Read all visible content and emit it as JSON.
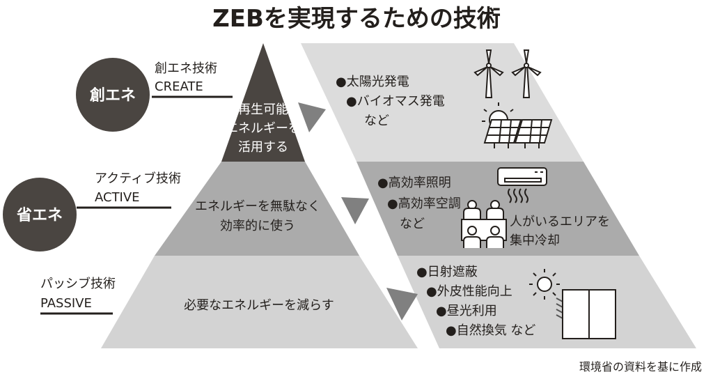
{
  "title": "ZEBを実現するための技術",
  "source": "環境省の資料を基に作成",
  "colors": {
    "dark": "#4a4541",
    "mid": "#ababab",
    "light": "#d3d3d3",
    "arrow": "#808080"
  },
  "groups": {
    "create_circle": "創エネ",
    "save_circle": "省エネ"
  },
  "tiers": [
    {
      "name_jp": "創エネ技術",
      "name_en": "CREATE",
      "pyramid_text": [
        "再生可能",
        "エネルギーを",
        "活用する"
      ],
      "items": [
        "●太陽光発電",
        "●バイオマス発電",
        "など"
      ]
    },
    {
      "name_jp": "アクティブ技術",
      "name_en": "ACTIVE",
      "pyramid_text": [
        "エネルギーを無駄なく",
        "効率的に使う"
      ],
      "items": [
        "●高効率照明",
        "●高効率空調",
        "など"
      ],
      "note": [
        "人がいるエリアを",
        "集中冷却"
      ]
    },
    {
      "name_jp": "パッシブ技術",
      "name_en": "PASSIVE",
      "pyramid_text": [
        "必要なエネルギーを減らす"
      ],
      "items": [
        "●日射遮蔽",
        "●外皮性能向上",
        "●昼光利用",
        "●自然換気 など"
      ]
    }
  ]
}
